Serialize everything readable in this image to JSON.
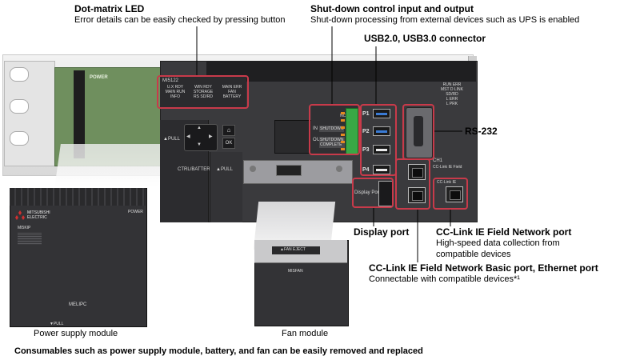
{
  "callouts": {
    "led": {
      "title": "Dot-matrix LED",
      "desc": "Error details can be easily checked by pressing button"
    },
    "shutdown": {
      "title": "Shut-down control input and output",
      "desc": "Shut-down processing from external devices such as UPS is enabled"
    },
    "usb": {
      "title": "USB2.0, USB3.0 connector"
    },
    "rs232": {
      "title": "RS-232"
    },
    "display_port": {
      "title": "Display port"
    },
    "cclink_ie": {
      "title": "CC-Link IE Field Network port",
      "desc1": "High-speed data collection from",
      "desc2": "compatible devices"
    },
    "cclink_basic": {
      "title": "CC-Link IE Field Network Basic port, Ethernet port",
      "desc": "Connectable with compatible devices*¹"
    }
  },
  "captions": {
    "power_supply": "Power supply module",
    "fan": "Fan module",
    "footer": "Consumables such as power supply module, battery, and fan can be easily removed and replaced"
  },
  "device": {
    "power_label": "POWER",
    "led_model": "MI5122",
    "led_col1": [
      "U.X RDY",
      "MAIN RUN",
      "INFO"
    ],
    "led_col2": [
      "WIN RDY",
      "STORAGE",
      "RS SD/RD"
    ],
    "led_col3": [
      "MAIN ERR",
      "FAN",
      "BATTERY"
    ],
    "status_lines": [
      "RUN  ERR",
      "MST  D LINK",
      "SD/RD",
      "L ERR",
      "L PRK"
    ],
    "pull_left": "▲PULL",
    "ctrl_battery": "CTRL/BATTERY",
    "pull_right": "▲PULL",
    "ok": "OK",
    "in_label": "IN",
    "out_label": "OUT",
    "shutdown_txt": "SHUTDOWN",
    "shutdown_complete_txt": "SHUTDOWN COMPLETE",
    "nc": "NC",
    "ports": [
      "P1",
      "P2",
      "P3",
      "P4"
    ],
    "ch1": "CH1",
    "ch1_sub": "CC-Link IE Field",
    "display_port_txt": "Display Port",
    "cc_link_ie": "CC-Link IE",
    "brand": "MITSUBISHI ELECTRIC",
    "model": "MI5KIP",
    "psu_power": "POWER",
    "melipc": "MELIPC",
    "psu_pull": "▼PULL",
    "fan_eject": "▲FAN EJECT",
    "misfan": "MISFAN"
  }
}
